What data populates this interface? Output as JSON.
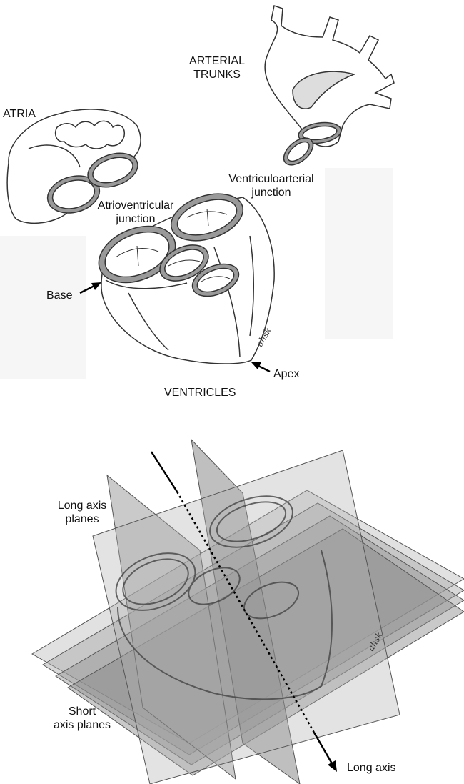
{
  "top_panel": {
    "labels": {
      "atria": "ATRIA",
      "arterial_trunks_line1": "ARTERIAL",
      "arterial_trunks_line2": "TRUNKS",
      "ventriculoarterial_line1": "Ventriculoarterial",
      "ventriculoarterial_line2": "junction",
      "atrioventricular_line1": "Atrioventricular",
      "atrioventricular_line2": "junction",
      "base": "Base",
      "apex": "Apex",
      "ventricles": "VENTRICLES"
    },
    "signature": "ahsk"
  },
  "bottom_panel": {
    "labels": {
      "long_axis_planes_line1": "Long axis",
      "long_axis_planes_line2": "planes",
      "short_axis_planes_line1": "Short",
      "short_axis_planes_line2": "axis planes",
      "long_axis": "Long axis"
    },
    "signature": "ahsk"
  }
}
